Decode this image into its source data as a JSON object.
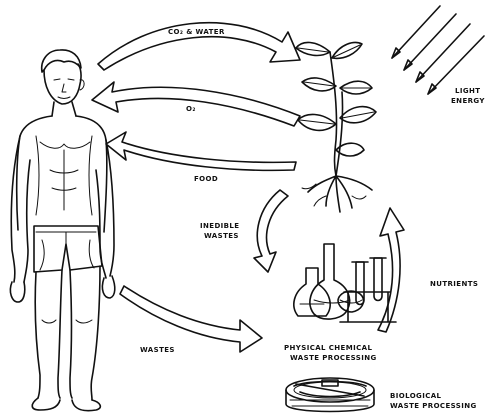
{
  "labels": {
    "co2_water": "CO₂ & WATER",
    "o2": "O₂",
    "food": "FOOD",
    "light_line1": "LIGHT",
    "light_line2": "ENERGY",
    "inedible_line1": "INEDIBLE",
    "inedible_line2": "WASTES",
    "nutrients": "NUTRIENTS",
    "wastes": "WASTES",
    "physical_line1": "PHYSICAL CHEMICAL",
    "physical_line2": "WASTE PROCESSING",
    "biological_line1": "BIOLOGICAL",
    "biological_line2": "WASTE PROCESSING"
  },
  "colors": {
    "ink": "#111111",
    "paper": "#ffffff"
  }
}
